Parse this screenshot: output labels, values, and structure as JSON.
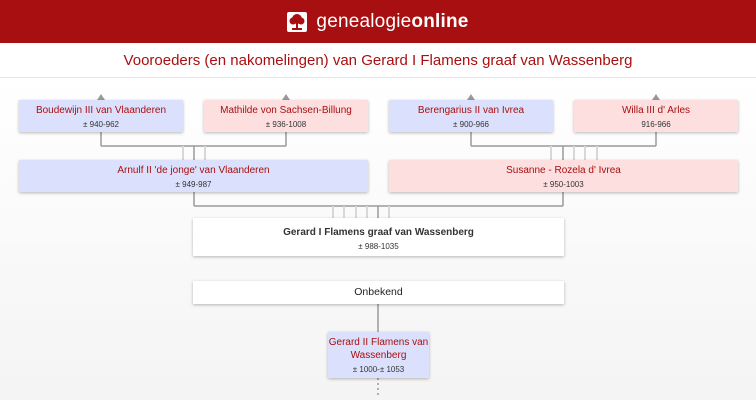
{
  "header": {
    "brand_prefix": "genealogie",
    "brand_suffix": "online",
    "logo_icon": "family-tree-logo-icon"
  },
  "page": {
    "title": "Vooroeders (en nakomelingen) van Gerard I Flamens graaf van Wassenberg"
  },
  "tree": {
    "grandparents": [
      {
        "name": "Boudewijn III van Vlaanderen",
        "dates": "± 940-962",
        "gender": "male"
      },
      {
        "name": "Mathilde von Sachsen-Billung",
        "dates": "± 936-1008",
        "gender": "female"
      },
      {
        "name": "Berengarius II van Ivrea",
        "dates": "± 900-966",
        "gender": "male"
      },
      {
        "name": "Willa III d' Arles",
        "dates": "916-966",
        "gender": "female"
      }
    ],
    "parents": [
      {
        "name": "Arnulf II 'de jonge' van Vlaanderen",
        "dates": "± 949-987",
        "gender": "male"
      },
      {
        "name": "Susanne - Rozela d' Ivrea",
        "dates": "± 950-1003",
        "gender": "female"
      }
    ],
    "subject": {
      "name": "Gerard I Flamens graaf van Wassenberg",
      "dates": "± 988-1035"
    },
    "spouse": {
      "name": "Onbekend"
    },
    "children": [
      {
        "name": "Gerard II Flamens van Wassenberg",
        "dates": "± 1000-± 1053",
        "gender": "male"
      }
    ]
  },
  "colors": {
    "brand_red": "#a80f10",
    "male_box": "#dbe1fc",
    "female_box": "#fddfe0",
    "connector": "#9a9a9a",
    "sibling_tick": "#d8d8d8"
  }
}
